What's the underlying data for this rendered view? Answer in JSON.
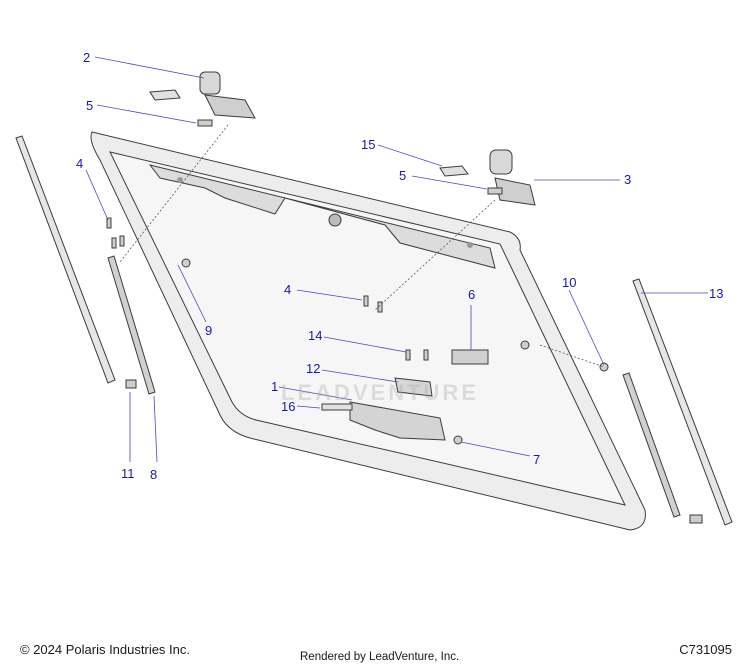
{
  "diagram": {
    "callouts": [
      {
        "id": "c1",
        "label": "1"
      },
      {
        "id": "c2",
        "label": "2"
      },
      {
        "id": "c3",
        "label": "3"
      },
      {
        "id": "c4a",
        "label": "4"
      },
      {
        "id": "c4b",
        "label": "4"
      },
      {
        "id": "c5a",
        "label": "5"
      },
      {
        "id": "c5b",
        "label": "5"
      },
      {
        "id": "c6",
        "label": "6"
      },
      {
        "id": "c7",
        "label": "7"
      },
      {
        "id": "c8",
        "label": "8"
      },
      {
        "id": "c9",
        "label": "9"
      },
      {
        "id": "c10",
        "label": "10"
      },
      {
        "id": "c11",
        "label": "11"
      },
      {
        "id": "c12",
        "label": "12"
      },
      {
        "id": "c13",
        "label": "13"
      },
      {
        "id": "c14",
        "label": "14"
      },
      {
        "id": "c15",
        "label": "15"
      },
      {
        "id": "c16",
        "label": "16"
      }
    ]
  },
  "watermark": {
    "text": "LEADVENTURE"
  },
  "footer": {
    "copyright": "© 2024 Polaris Industries Inc.",
    "rendered_by": "Rendered by LeadVenture, Inc.",
    "doc_id": "C731095"
  },
  "colors": {
    "callout": "#1a1aa8",
    "line": "#3c3c3c",
    "glass": "#f2f2f2"
  }
}
